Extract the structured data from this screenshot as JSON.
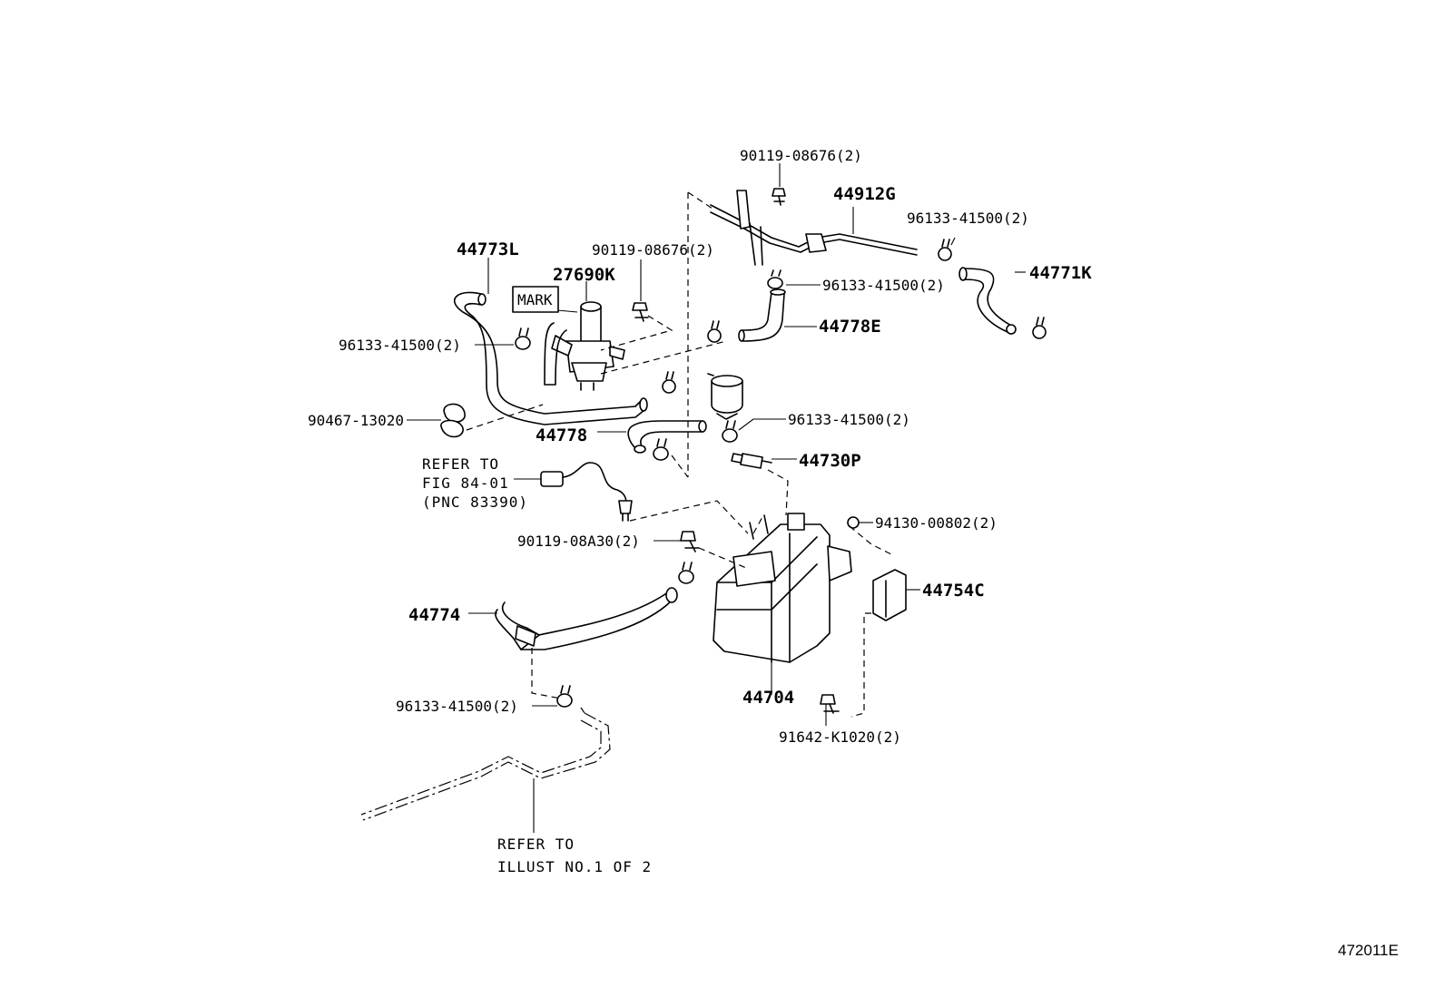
{
  "callouts": {
    "c_90119_08676_top": "90119-08676(2)",
    "c_44912G": "44912G",
    "c_96133_41500_tr": "96133-41500(2)",
    "c_44771K": "44771K",
    "c_44773L": "44773L",
    "c_27690K": "27690K",
    "c_mark": "MARK",
    "c_90119_08676_mid": "90119-08676(2)",
    "c_96133_41500_mid": "96133-41500(2)",
    "c_44778E": "44778E",
    "c_96133_41500_left": "96133-41500(2)",
    "c_90467_13020": "90467-13020",
    "c_44778": "44778",
    "c_96133_41500_right": "96133-41500(2)",
    "c_44730P": "44730P",
    "c_refer_fig_1": "REFER TO",
    "c_refer_fig_2": "FIG 84-01",
    "c_refer_fig_3": "(PNC 83390)",
    "c_94130_00802": "94130-00802(2)",
    "c_90119_08A30": "90119-08A30(2)",
    "c_44754C": "44754C",
    "c_44774": "44774",
    "c_44704": "44704",
    "c_96133_41500_bl": "96133-41500(2)",
    "c_91642_K1020": "91642-K1020(2)",
    "c_refer_illust_1": "REFER TO",
    "c_refer_illust_2": "ILLUST NO.1 OF 2"
  },
  "figure_id": "472011E"
}
